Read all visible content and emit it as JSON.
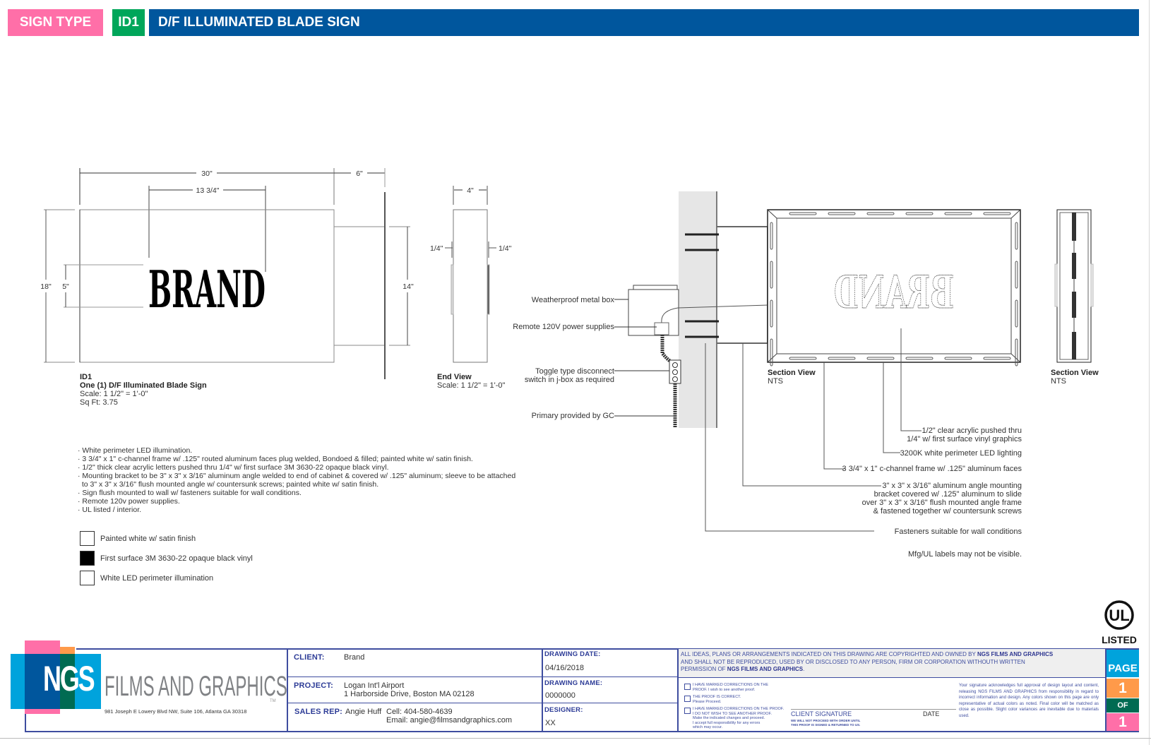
{
  "header": {
    "sign_type_label": "SIGN TYPE",
    "sign_id": "ID1",
    "title": "D/F ILLUMINATED BLADE SIGN",
    "colors": {
      "sign_type": "#ff6fa8",
      "id": "#00a65a",
      "title": "#00569d"
    }
  },
  "elevation": {
    "brand_text": "BRAND",
    "dims": {
      "width": "30\"",
      "bracket": "6\"",
      "copy_width": "13 3/4\"",
      "height": "18\"",
      "copy_height": "5\"",
      "bracket_height": "14\""
    },
    "caption": {
      "id": "ID1",
      "name": "One (1) D/F Illuminated Blade Sign",
      "scale": "Scale: 1 1/2\" = 1'-0\"",
      "sqft": "Sq Ft: 3.75"
    }
  },
  "end_view": {
    "dims": {
      "depth": "4\"",
      "left_push": "1/4\"",
      "right_push": "1/4\""
    },
    "caption": {
      "title": "End View",
      "scale": "Scale: 1 1/2\" = 1'-0\""
    }
  },
  "electrical_callouts": [
    "Weatherproof metal box",
    "Remote 120V power supplies",
    "Toggle type disconnect",
    "switch in j-box as required",
    "Primary provided by GC"
  ],
  "section_view": {
    "brand_text_mirrored": "BRAND",
    "caption_title": "Section View",
    "caption_scale": "NTS"
  },
  "section_view_2": {
    "caption_title": "Section View",
    "caption_scale": "NTS"
  },
  "section_callouts": [
    [
      "1/2\" clear acrylic pushed thru",
      "1/4\" w/ first surface vinyl graphics"
    ],
    [
      "3200K white perimeter LED lighting"
    ],
    [
      "3 3/4\" x 1\" c-channel frame w/ .125\" aluminum faces"
    ],
    [
      "3\" x 3\" x 3/16\" aluminum angle mounting",
      "bracket covered w/ .125\" aluminum to slide",
      "over 3\" x 3\" x 3/16\" flush mounted angle frame",
      "& fastened together w/ countersunk screws"
    ],
    [
      "Fasteners suitable for wall conditions"
    ]
  ],
  "ul_note": "Mfg/UL labels may not be visible.",
  "notes": [
    "· White perimeter LED illumination.",
    "· 3 3/4\" x 1\" c-channel frame w/ .125\" routed aluminum faces plug welded, Bondoed & filled; painted white w/ satin finish.",
    "· 1/2\" thick clear acrylic letters pushed thru 1/4\" w/ first surface 3M 3630-22 opaque black vinyl.",
    "· Mounting bracket to be 3\" x 3\" x 3/16\" aluminum angle welded to end of cabinet & covered w/ .125\" aluminum; sleeve to be attached",
    "  to 3\" x 3\" x 3/16\" flush mounted angle w/ countersunk screws; painted white w/ satin finish.",
    "· Sign flush mounted to wall w/ fasteners suitable for wall conditions.",
    "· Remote 120v power supplies.",
    "· UL listed / interior."
  ],
  "legend": [
    {
      "swatch": "#ffffff",
      "label": "Painted white w/ satin finish"
    },
    {
      "swatch": "#000000",
      "label": "First surface 3M 3630-22 opaque black vinyl"
    },
    {
      "swatch": "#ffffff",
      "label": "White LED perimeter illumination"
    }
  ],
  "ul_logo": {
    "mark": "UL",
    "text": "LISTED"
  },
  "company": {
    "logo_initials": "NGS",
    "name": "FILMS AND GRAPHICS",
    "tm": "TM",
    "address": "981 Joseph E Lowery Blvd NW, Suite 106, Atlanta GA 30318"
  },
  "title_block": {
    "client_label": "CLIENT:",
    "client": "Brand",
    "project_label": "PROJECT:",
    "project_line1": "Logan Int'l Airport",
    "project_line2": "1 Harborside Drive, Boston MA 02128",
    "sales_rep_label": "SALES REP:",
    "sales_rep_name": "Angie Huff",
    "sales_rep_cell": "Cell: 404-580-4639",
    "sales_rep_email": "Email: angie@filmsandgraphics.com",
    "drawing_date_label": "DRAWING DATE:",
    "drawing_date": "04/16/2018",
    "drawing_name_label": "DRAWING NAME:",
    "drawing_name": "0000000",
    "designer_label": "DESIGNER:",
    "designer": "XX",
    "copyright_1": "ALL IDEAS, PLANS OR ARRANGEMENTS INDICATED ON THIS DRAWING ARE COPYRIGHTED AND OWNED BY ",
    "copyright_owner": "NGS FILMS AND GRAPHICS",
    "copyright_2": "AND SHALL NOT BE REPRODUCED, USED BY OR DISCLOSED TO ANY PERSON, FIRM OR CORPORATION WITHOUTH WRITTEN",
    "copyright_3": "PERMISSION OF ",
    "approvals": [
      {
        "line1": "I HAVE MARKED CORRECTIONS ON THE",
        "line2": "PROOF. I wish to see another proof.",
        "checked": false
      },
      {
        "line1": "THE PROOF IS CORRECT.",
        "line2": "Please Proceed.",
        "checked": false
      },
      {
        "line1": "I HAVE MARKED CORRECTIONS ON THE PROOF.",
        "line2": "I DO NOT WISH TO SEE ANOTHER PROOF.",
        "line3": "Make the indicated changes and proceed.",
        "line4": "I accept full responsibility for any errors",
        "line5": "which may occur.",
        "checked": false
      }
    ],
    "client_signature_label": "CLIENT SIGNATURE",
    "signature_note_1": "WE WILL NOT PROCEED WITH ORDER UNTIL",
    "signature_note_2": "THIS PROOF IS SIGNED & RETURNED TO US.",
    "date_label": "DATE",
    "disclaimer": "Your signature acknowledges full approval of design layout and content, releasing NGS FILMS AND GRAPHICS from responsibility in regard to incorrect information and design. Any colors shown on this page are only representative of actual colors as noted. Final color will be matched as close as possible. Slight color variances are inevitable due to materials used.",
    "page_label": "PAGE",
    "page_current": "1",
    "page_of": "OF",
    "page_total": "1",
    "colors": {
      "page": "#00a3dc",
      "current": "#ff9a4a",
      "of": "#006b52",
      "total": "#ff6fa8",
      "line": "#3e4d9f"
    }
  }
}
